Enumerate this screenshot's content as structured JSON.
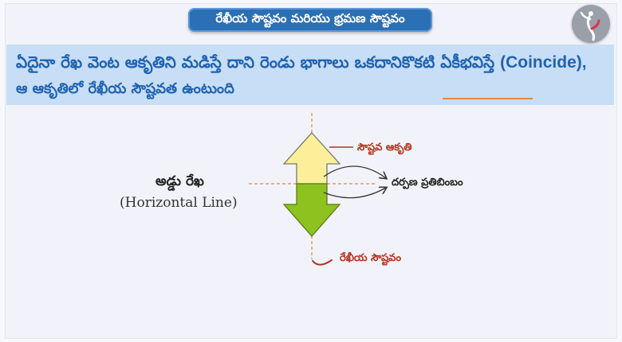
{
  "header": {
    "title": "రేఖీయ సౌష్టవం మరియు భ్రమణ సౌష్టవం",
    "logo_icon": "dancer-logo-icon"
  },
  "definition": {
    "line1_prefix": "ఏదైనా రేఖ వెంట ఆకృతిని మడిస్తే దాని రెండు భాగాలు ఒకదానికొకటి ఏకీభవిస్తే ",
    "line1_term": "(Coincide),",
    "line2": "ఆ ఆకృతిలో రేఖీయ సౌష్టవత ఉంటుంది"
  },
  "diagram": {
    "axis_title": "అడ్డు రేఖ",
    "axis_subtitle": "(Horizontal Line)",
    "symmetric_shape_label": "సౌష్టవ ఆకృతి",
    "mirror_image_label": "దర్పణ ప్రతిబింబం",
    "line_of_symmetry_label": "రేఖీయ సౌష్టవం"
  },
  "colors": {
    "title_bg": "#2b6fb5",
    "definition_text": "#1f63b3",
    "band_bg": "#c8def6",
    "arrow_top": "#fbef9a",
    "arrow_bottom": "#8dc21f",
    "dashed_line": "#e39a5c",
    "label_red": "#b5331f"
  }
}
